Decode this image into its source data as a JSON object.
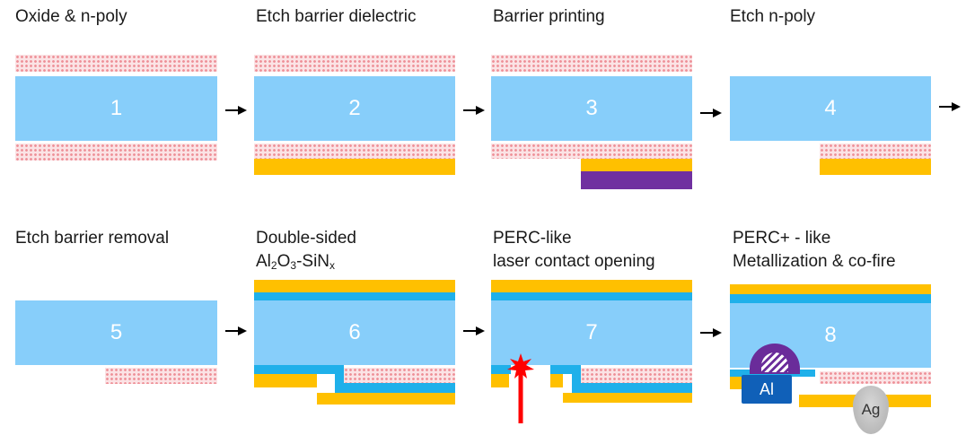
{
  "steps": [
    {
      "number": "1",
      "title": "Oxide & n-poly"
    },
    {
      "number": "2",
      "title": "Etch barrier dielectric"
    },
    {
      "number": "3",
      "title": "Barrier printing"
    },
    {
      "number": "4",
      "title": "Etch n-poly"
    },
    {
      "number": "5",
      "title": "Etch barrier removal"
    },
    {
      "number": "6",
      "title_line1": "Double-sided",
      "title_line2": {
        "a": "Al",
        "s1": "2",
        "b": "O",
        "s2": "3",
        "c": "-SiN",
        "s3": "x"
      }
    },
    {
      "number": "7",
      "title_line1": "PERC-like",
      "title_line2": "laser contact opening"
    },
    {
      "number": "8",
      "title_line1": "PERC+ - like",
      "title_line2": "Metallization & co-fire"
    }
  ],
  "contacts": {
    "al": "Al",
    "ag": "Ag"
  },
  "colors": {
    "wafer": "#87CEFA",
    "n_poly": "#ee8f97",
    "barrier_dielectric": "#FFC000",
    "resist": "#7030A0",
    "al2o3": "#1fb0ea",
    "laser": "#ff0000"
  }
}
